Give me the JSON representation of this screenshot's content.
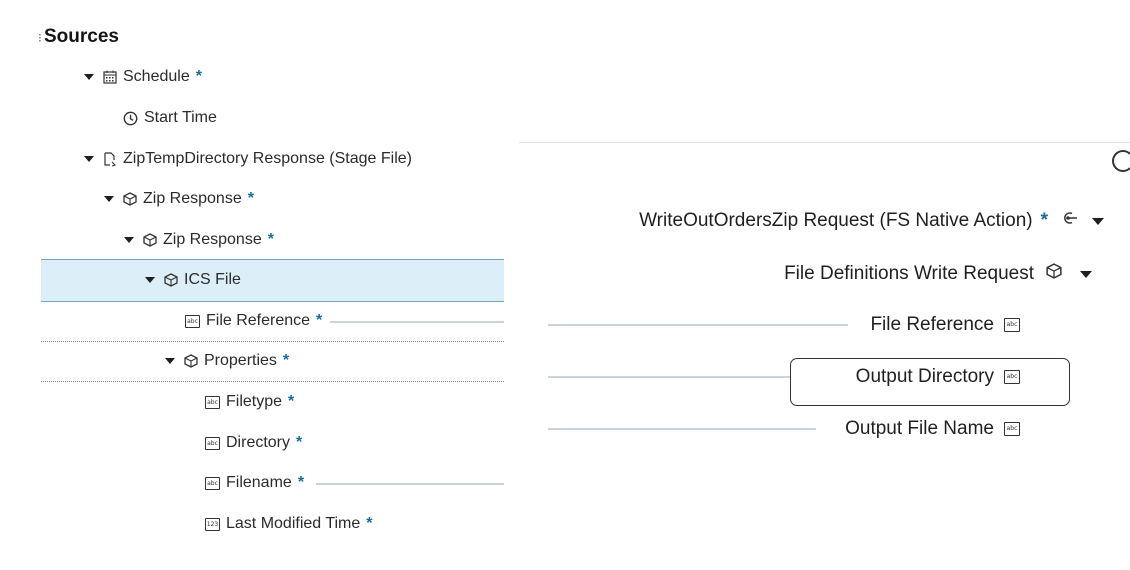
{
  "title": "Sources",
  "required_mark": "*",
  "source_tree": [
    {
      "label": "Schedule",
      "required": true
    },
    {
      "label": "Start Time",
      "required": false
    },
    {
      "label": "ZipTempDirectory Response (Stage File)",
      "required": false
    },
    {
      "label": "Zip Response",
      "required": true
    },
    {
      "label": "Zip Response",
      "required": true
    },
    {
      "label": "ICS File",
      "required": false,
      "selected": true
    },
    {
      "label": "File Reference",
      "required": true
    },
    {
      "label": "Properties",
      "required": true
    },
    {
      "label": "Filetype",
      "required": true
    },
    {
      "label": "Directory",
      "required": true
    },
    {
      "label": "Filename",
      "required": true
    },
    {
      "label": "Last Modified Time",
      "required": true
    }
  ],
  "target_tree": [
    {
      "label": "WriteOutOrdersZip Request (FS Native Action)",
      "required": true
    },
    {
      "label": "File Definitions Write Request"
    },
    {
      "label": "File Reference"
    },
    {
      "label": "Output Directory"
    },
    {
      "label": "Output File Name"
    }
  ],
  "icon_text": {
    "abc": "abc",
    "number": "123"
  },
  "colors": {
    "selection": "#dceef7",
    "required": "#1a6b9a",
    "mapping_line": "#c9d4dc"
  }
}
